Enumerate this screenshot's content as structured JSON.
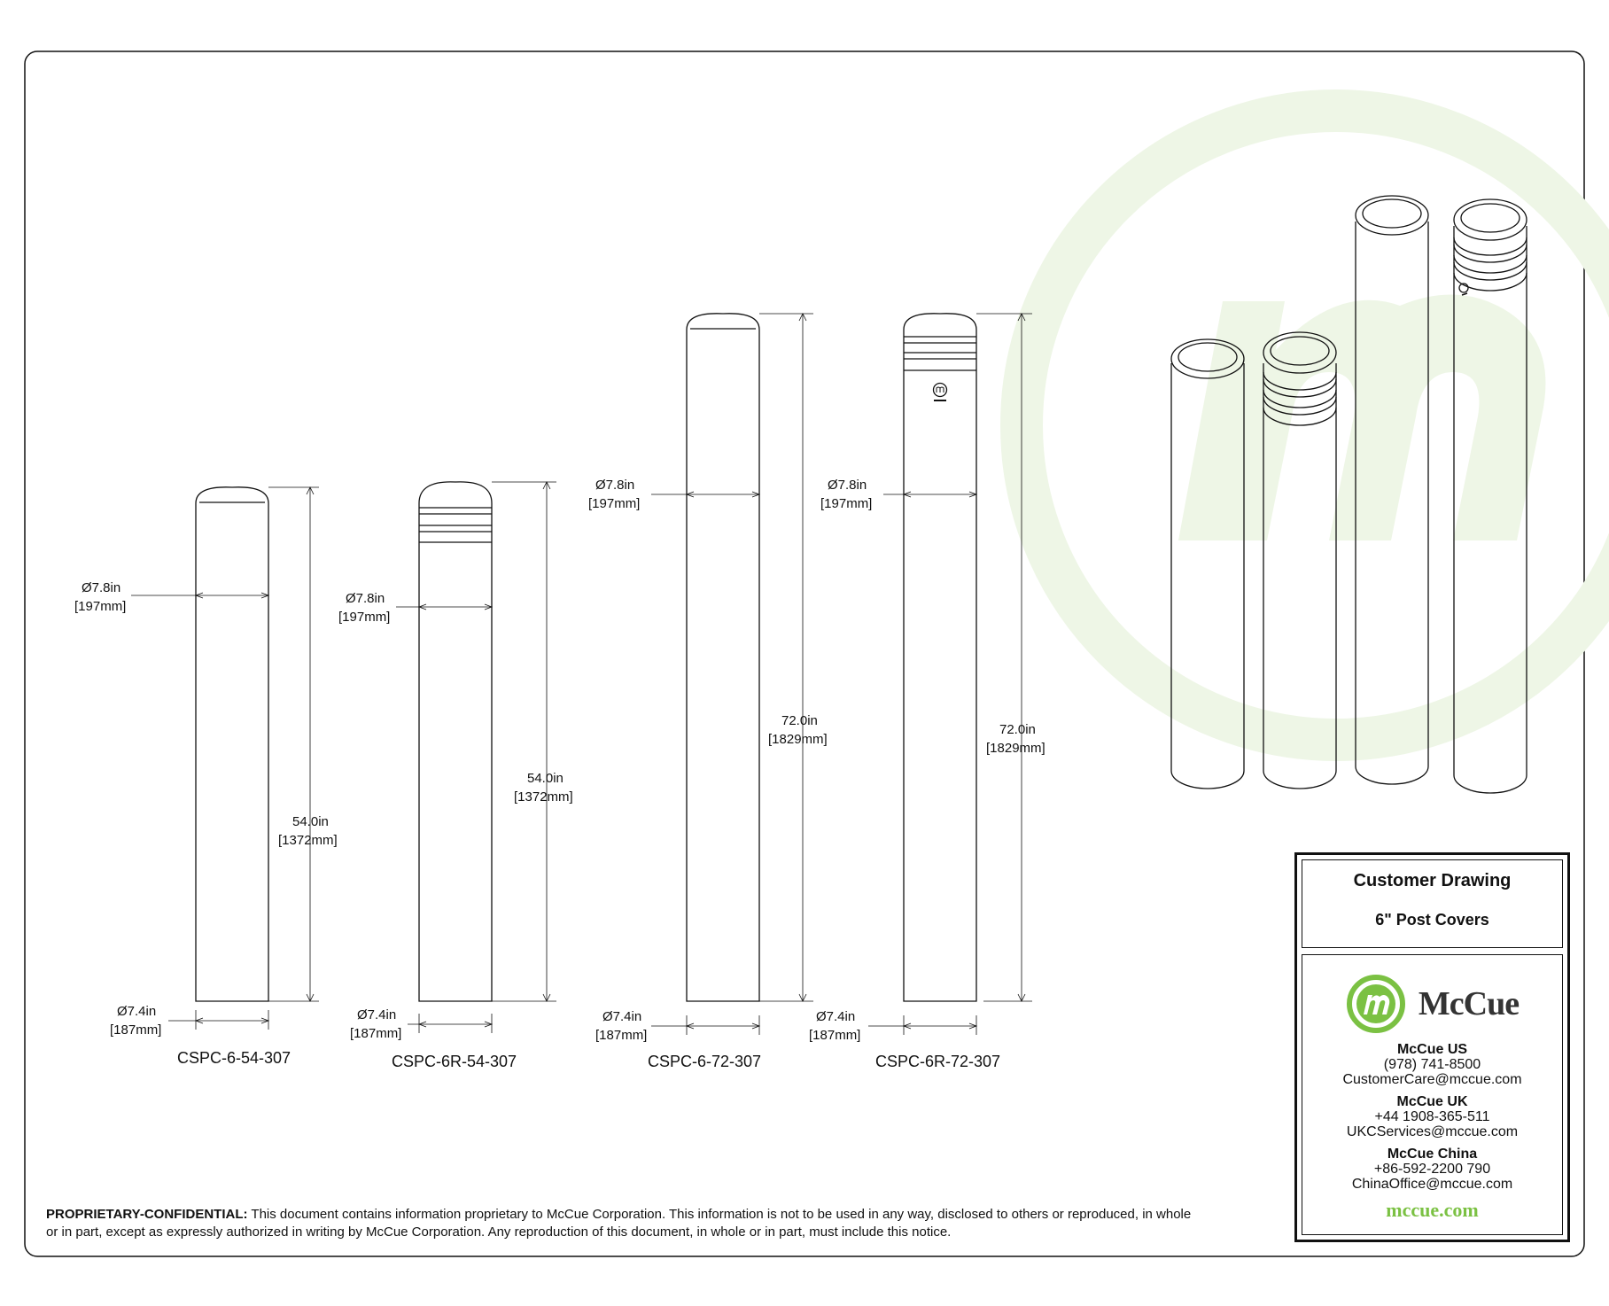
{
  "colors": {
    "brand_green": "#7bc143",
    "watermark_green": "#eef6e6",
    "line": "#111111"
  },
  "posts": [
    {
      "part_number": "CSPC-6-54-307",
      "top_dia_in": "Ø7.8in",
      "top_dia_mm": "[197mm]",
      "bottom_dia_in": "Ø7.4in",
      "bottom_dia_mm": "[187mm]",
      "height_in": "54.0in",
      "height_mm": "[1372mm]"
    },
    {
      "part_number": "CSPC-6R-54-307",
      "top_dia_in": "Ø7.8in",
      "top_dia_mm": "[197mm]",
      "bottom_dia_in": "Ø7.4in",
      "bottom_dia_mm": "[187mm]",
      "height_in": "54.0in",
      "height_mm": "[1372mm]"
    },
    {
      "part_number": "CSPC-6-72-307",
      "top_dia_in": "Ø7.8in",
      "top_dia_mm": "[197mm]",
      "bottom_dia_in": "Ø7.4in",
      "bottom_dia_mm": "[187mm]",
      "height_in": "72.0in",
      "height_mm": "[1829mm]"
    },
    {
      "part_number": "CSPC-6R-72-307",
      "top_dia_in": "Ø7.8in",
      "top_dia_mm": "[197mm]",
      "bottom_dia_in": "Ø7.4in",
      "bottom_dia_mm": "[187mm]",
      "height_in": "72.0in",
      "height_mm": "[1829mm]"
    }
  ],
  "notice": {
    "label": "PROPRIETARY-CONFIDENTIAL:",
    "text": "This document contains information proprietary to McCue Corporation. This information is not to be used in any way, disclosed to others or reproduced, in whole or in part, except as expressly authorized in writing by McCue Corporation. Any reproduction of this document, in whole or in part, must include this notice."
  },
  "title_block": {
    "title": "Customer Drawing",
    "subtitle": "6\" Post Covers",
    "brand": "McCue",
    "offices": [
      {
        "name": "McCue US",
        "phone": "(978) 741-8500",
        "email": "CustomerCare@mccue.com"
      },
      {
        "name": "McCue UK",
        "phone": "+44 1908-365-511",
        "email": "UKCServices@mccue.com"
      },
      {
        "name": "McCue China",
        "phone": "+86-592-2200 790",
        "email": "ChinaOffice@mccue.com"
      }
    ],
    "website": "mccue.com"
  }
}
